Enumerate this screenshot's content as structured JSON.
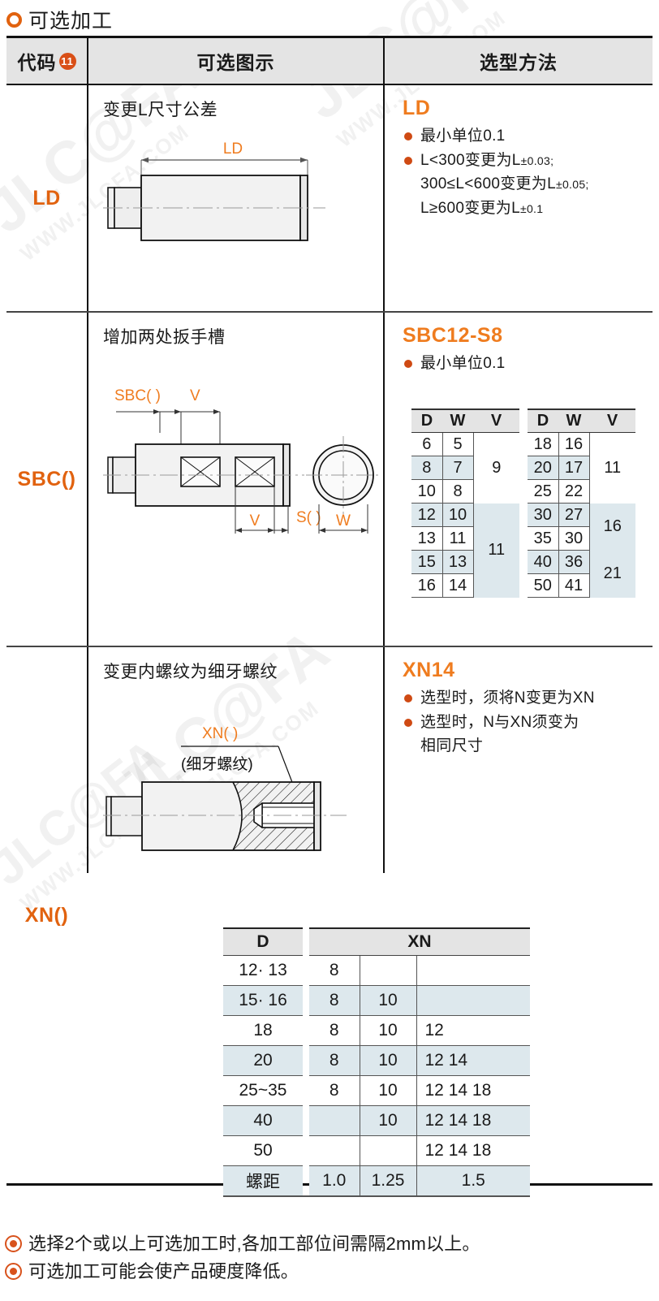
{
  "header": {
    "title": "可选加工",
    "icon": "ring-icon"
  },
  "table": {
    "columns": [
      "代码",
      "可选图示",
      "选型方法"
    ],
    "code_badge": "11"
  },
  "rows": [
    {
      "code": "LD",
      "fig_title": "变更L尺寸公差",
      "diagram_labels": {
        "ld": "LD"
      },
      "sel_code": "LD",
      "bullets": [
        "最小单位0.1",
        "L<300变更为L",
        "300≤L<600变更为L",
        "L≥600变更为L"
      ],
      "tolerances": [
        "±0.03;",
        "±0.05;",
        "±0.1"
      ]
    },
    {
      "code": "SBC()",
      "fig_title": "增加两处扳手槽",
      "diagram_labels": {
        "sbc": "SBC( )",
        "v_top": "V",
        "v_bottom": "V",
        "s": "S( )",
        "w": "W"
      },
      "sel_code": "SBC12-S8",
      "bullets": [
        "最小单位0.1"
      ],
      "spec_left": {
        "headers": [
          "D",
          "W",
          "V"
        ],
        "rows": [
          {
            "d": "6",
            "w": "5",
            "alt": false
          },
          {
            "d": "8",
            "w": "7",
            "alt": true
          },
          {
            "d": "10",
            "w": "8",
            "alt": false
          },
          {
            "d": "12",
            "w": "10",
            "alt": true
          },
          {
            "d": "13",
            "w": "11",
            "alt": false
          },
          {
            "d": "15",
            "w": "13",
            "alt": true
          },
          {
            "d": "16",
            "w": "14",
            "alt": false
          }
        ],
        "v_groups": [
          {
            "value": "9",
            "span": 3
          },
          {
            "value": "11",
            "span": 4
          }
        ]
      },
      "spec_right": {
        "headers": [
          "D",
          "W",
          "V"
        ],
        "rows": [
          {
            "d": "18",
            "w": "16",
            "alt": false
          },
          {
            "d": "20",
            "w": "17",
            "alt": true
          },
          {
            "d": "25",
            "w": "22",
            "alt": false
          },
          {
            "d": "30",
            "w": "27",
            "alt": true
          },
          {
            "d": "35",
            "w": "30",
            "alt": false
          },
          {
            "d": "40",
            "w": "36",
            "alt": true
          },
          {
            "d": "50",
            "w": "41",
            "alt": false
          }
        ],
        "v_groups": [
          {
            "value": "11",
            "span": 3
          },
          {
            "value": "16",
            "span": 2
          },
          {
            "value": "21",
            "span": 2
          }
        ]
      }
    },
    {
      "code": "XN()",
      "fig_title": "变更内螺纹为细牙螺纹",
      "diagram_labels": {
        "xn": "XN( )",
        "fine": "(细牙螺纹)"
      },
      "sel_code": "XN14",
      "bullets": [
        "选型时，须将N变更为XN",
        "选型时，N与XN须变为",
        "相同尺寸"
      ],
      "spec": {
        "headers": [
          "D",
          "XN"
        ],
        "rows": [
          {
            "d": "12· 13",
            "a": "8",
            "b": "",
            "c": "",
            "alt": false
          },
          {
            "d": "15· 16",
            "a": "8",
            "b": "10",
            "c": "",
            "alt": true
          },
          {
            "d": "18",
            "a": "8",
            "b": "10",
            "c": "12",
            "alt": false
          },
          {
            "d": "20",
            "a": "8",
            "b": "10",
            "c": "12  14",
            "alt": true
          },
          {
            "d": "25~35",
            "a": "8",
            "b": "10",
            "c": "12  14  18",
            "alt": false
          },
          {
            "d": "40",
            "a": "",
            "b": "10",
            "c": "12  14  18",
            "alt": true
          },
          {
            "d": "50",
            "a": "",
            "b": "",
            "c": "12  14  18",
            "alt": false
          },
          {
            "d": "螺距",
            "a": "1.0",
            "b": "1.25",
            "c": "1.5",
            "alt": true
          }
        ]
      }
    }
  ],
  "footer_notes": [
    "选择2个或以上可选加工时,各加工部位间需隔2mm以上。",
    "可选加工可能会使产品硬度降低。"
  ],
  "colors": {
    "accent_orange": "#e1620f",
    "code_orange": "#ef7c1f",
    "bullet": "#cf4a13",
    "header_gray": "#e4e4e4",
    "alt_row": "#dde8ed"
  },
  "watermark": {
    "primary": "JLC@FA",
    "secondary": "WWW.JLCFA.COM"
  }
}
